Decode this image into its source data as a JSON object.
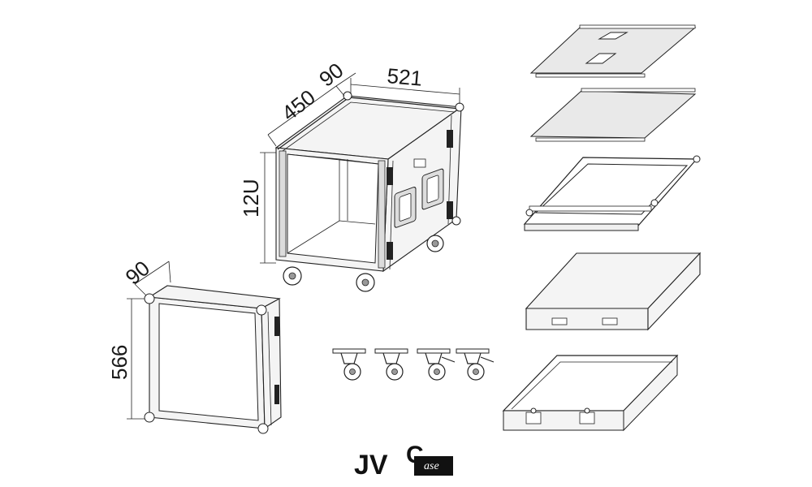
{
  "dimensions": {
    "width": "521",
    "depth": "450",
    "lid_depth": "90",
    "height_units": "12U",
    "frame_depth": "90",
    "frame_height": "566"
  },
  "logo": {
    "main": "JV",
    "badge_letter": "C",
    "badge_text": "ase"
  },
  "icons": {
    "caster": "caster-wheel-icon",
    "corner": "ball-corner-icon"
  }
}
